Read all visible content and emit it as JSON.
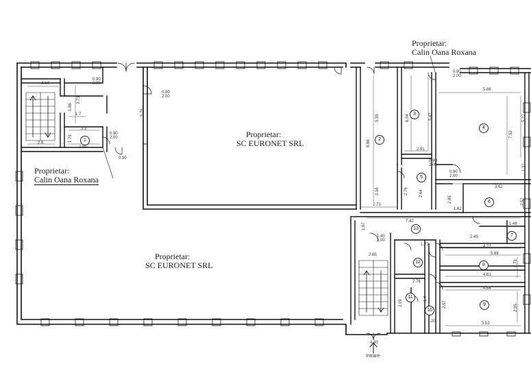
{
  "owners": {
    "top_right_line1": "Proprietar:",
    "top_right_line2": "Calin Oana Roxana",
    "left_line1": "Proprietar:",
    "left_line2": "Calin Oana Roxana",
    "center_top_line1": "Proprietar:",
    "center_top_line2": "SC EURONET SRL",
    "bottom_line1": "Proprietar:",
    "bottom_line2": "SC EURONET SRL"
  },
  "entrance_label": "Intrare",
  "rooms": [
    "1",
    "2",
    "3",
    "4",
    "5",
    "6",
    "7",
    "8",
    "9",
    "10",
    "11",
    "12",
    "13"
  ],
  "dimensions": {
    "d_464": "4.64",
    "d_373": "3.73",
    "d_186": "1.86",
    "d_17": "1.7",
    "d_33": "3.3",
    "d_26": "2.6",
    "d_269": "2.69",
    "d_179": "1.79",
    "d_090": "0.90",
    "d_090_200a": "0.90 2.00",
    "d_080_200": "0.80 2.00",
    "d_090_200b": "0.90 2.00",
    "d_090_200c": "0.90 2.00",
    "d_090_200d": "0.90 2.00",
    "d_090_200e": "0.90 2.00",
    "d_576": "5.76",
    "d_986": "9.86",
    "d_535": "5.35",
    "d_604": "6.04",
    "d_547": "5.47",
    "d_281": "2.81",
    "d_586": "5.86",
    "d_752": "7.52",
    "d_527": "5.27",
    "d_131": "1.31",
    "d_256": "2.56",
    "d_276": "2.76",
    "d_273": "2.73",
    "d_264": "2.64",
    "d_285": "2.85",
    "d_162": "1.62",
    "d_362": "3.62",
    "d_257": "2.57",
    "d_742": "7.42",
    "d_167": "1.67",
    "d_249": "2.49",
    "d_422": "4.22",
    "d_148": "1.48",
    "d_172": "1.72",
    "d_265": "2.65",
    "d_588": "5.88",
    "d_273b": "2.73",
    "d_461": "4.61",
    "d_464b": "4.64",
    "d_295": "2.95",
    "d_553": "5.53",
    "d_276b": "2.76",
    "d_209": "2.09",
    "d_14": "1.4",
    "d_140_200": "1.40 2.00",
    "d_440": "4.40",
    "d_120": "1.20",
    "d_257b": "2.57"
  }
}
